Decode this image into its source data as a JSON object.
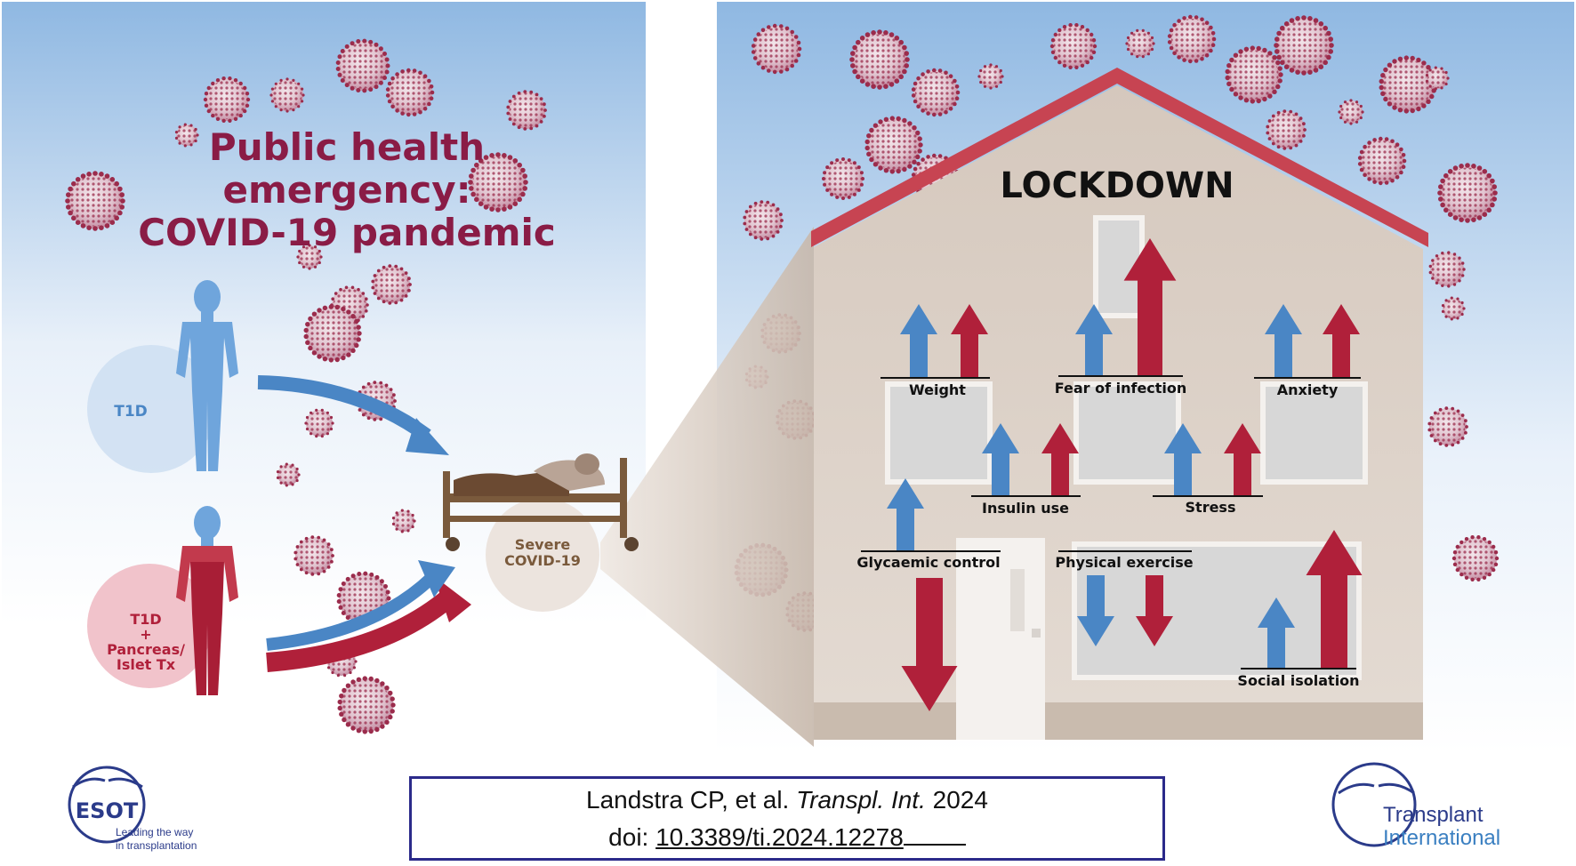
{
  "left_panel": {
    "title_lines": [
      "Public health",
      "emergency:",
      "COVID-19 pandemic"
    ],
    "group_t1d": "T1D",
    "group_tx_lines": [
      "T1D",
      "+",
      "Pancreas/",
      "Islet Tx"
    ],
    "outcome_lines": [
      "Severe",
      "COVID-19"
    ]
  },
  "house": {
    "title": "LOCKDOWN",
    "outcomes": {
      "weight": "Weight",
      "fear": "Fear of infection",
      "anxiety": "Anxiety",
      "insulin": "Insulin use",
      "stress": "Stress",
      "glycaemic": "Glycaemic control",
      "exercise": "Physical exercise",
      "isolation": "Social isolation"
    }
  },
  "citation": {
    "line1_prefix": "Landstra CP, et al. ",
    "journal": "Transpl. Int.",
    "year": " 2024",
    "doi_prefix": "doi: ",
    "doi": "10.3389/ti.2024.12278"
  },
  "logos": {
    "esot_name": "ESOT",
    "esot_tag_lines": [
      "Leading the way",
      "in transplantation"
    ],
    "journal_lines": [
      "Transplant",
      "International"
    ]
  },
  "colors": {
    "virus": "#9b2c4c",
    "blue_arrow": "#4a86c5",
    "red_arrow": "#b0203a",
    "title_maroon": "#8a1c46",
    "roof": "#c74452",
    "house_wall": "#d9cdc3",
    "sky_top": "#8fb8e2"
  }
}
